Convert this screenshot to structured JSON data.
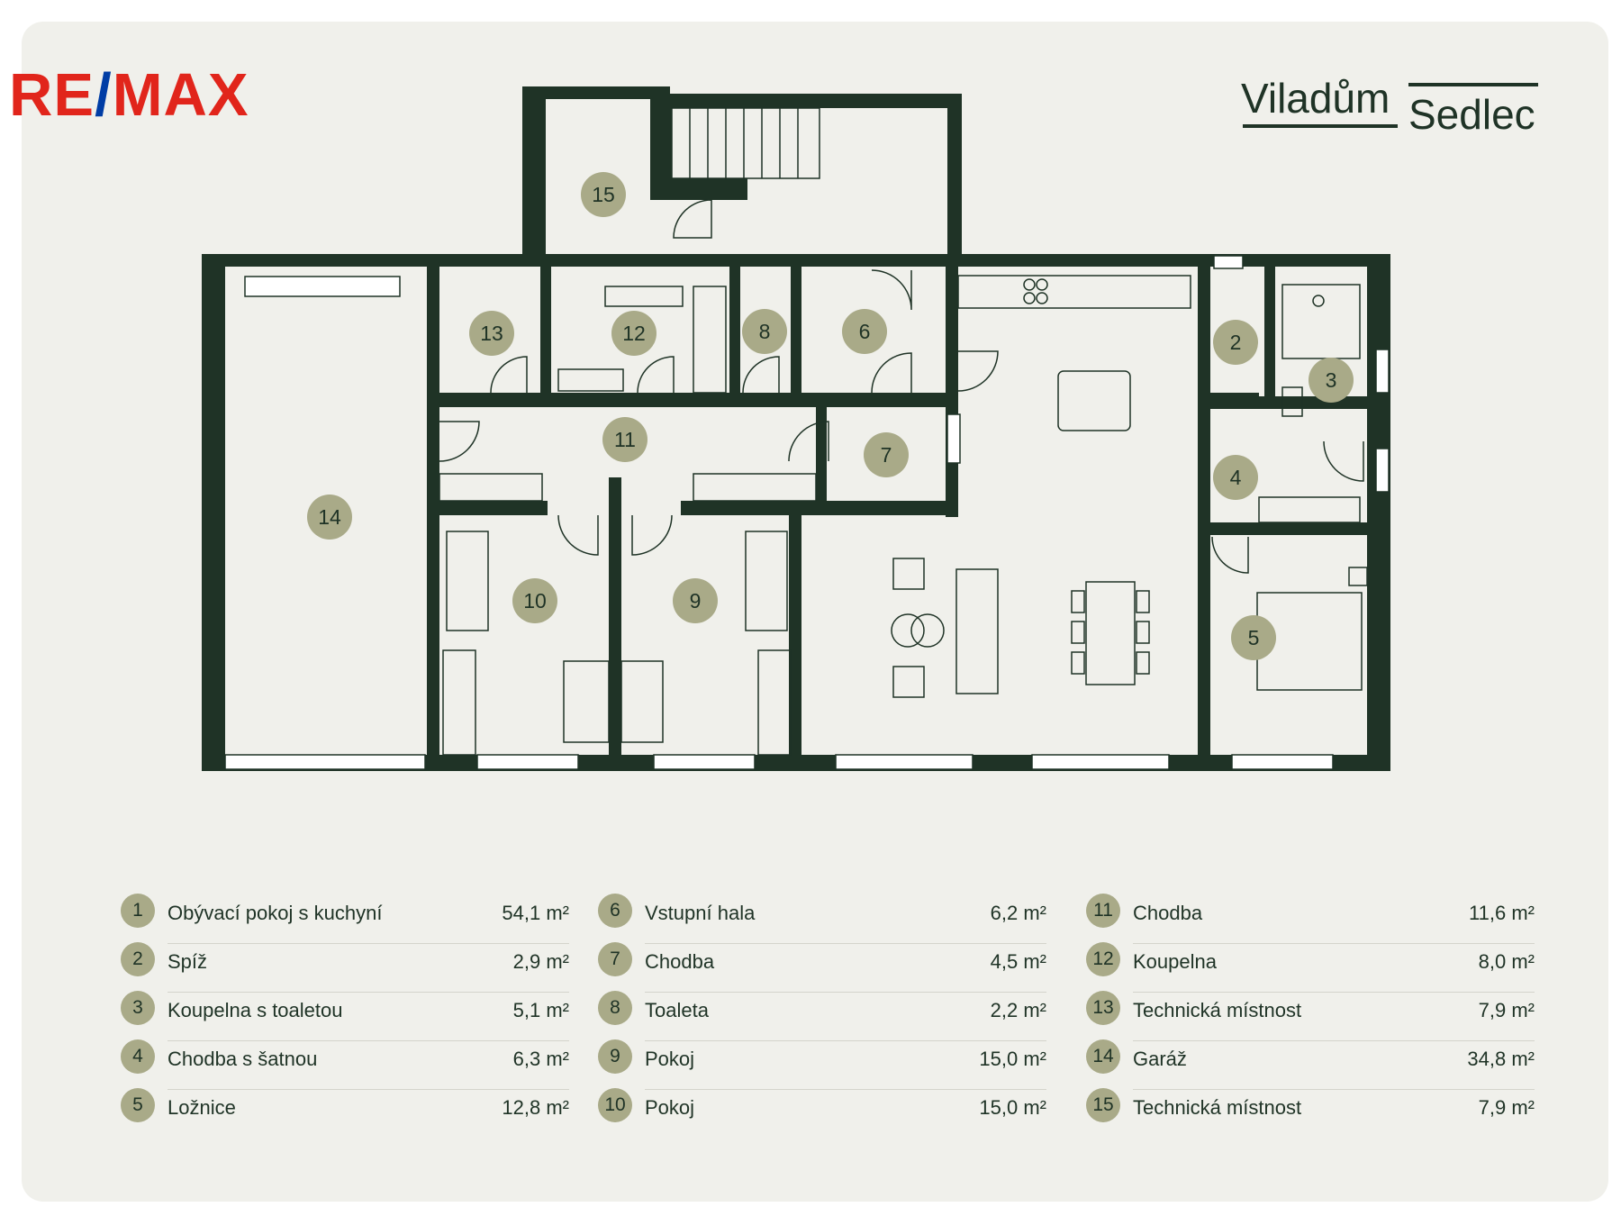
{
  "logo": {
    "left": "RE",
    "slash": "/",
    "right": "MAX"
  },
  "brand": {
    "word1": "Viladům",
    "word2": "Sedlec"
  },
  "colors": {
    "wall": "#1f3326",
    "badge": "#a9aa88",
    "background": "#f0f0eb",
    "remax_red": "#e1251b",
    "remax_blue": "#003da5"
  },
  "plan_badges": [
    "15",
    "13",
    "12",
    "8",
    "6",
    "2",
    "3",
    "11",
    "7",
    "4",
    "14",
    "10",
    "9",
    "5"
  ],
  "legend": {
    "col1": [
      {
        "num": "1",
        "name": "Obývací pokoj s kuchyní",
        "area": "54,1 m²"
      },
      {
        "num": "2",
        "name": "Spíž",
        "area": "2,9 m²"
      },
      {
        "num": "3",
        "name": "Koupelna s toaletou",
        "area": "5,1 m²"
      },
      {
        "num": "4",
        "name": "Chodba s šatnou",
        "area": "6,3 m²"
      },
      {
        "num": "5",
        "name": "Ložnice",
        "area": "12,8 m²"
      }
    ],
    "col2": [
      {
        "num": "6",
        "name": "Vstupní hala",
        "area": "6,2 m²"
      },
      {
        "num": "7",
        "name": "Chodba",
        "area": "4,5 m²"
      },
      {
        "num": "8",
        "name": "Toaleta",
        "area": "2,2 m²"
      },
      {
        "num": "9",
        "name": "Pokoj",
        "area": "15,0 m²"
      },
      {
        "num": "10",
        "name": "Pokoj",
        "area": "15,0 m²"
      }
    ],
    "col3": [
      {
        "num": "11",
        "name": "Chodba",
        "area": "11,6 m²"
      },
      {
        "num": "12",
        "name": "Koupelna",
        "area": "8,0 m²"
      },
      {
        "num": "13",
        "name": "Technická místnost",
        "area": "7,9 m²"
      },
      {
        "num": "14",
        "name": "Garáž",
        "area": "34,8 m²"
      },
      {
        "num": "15",
        "name": "Technická místnost",
        "area": "7,9 m²"
      }
    ]
  }
}
